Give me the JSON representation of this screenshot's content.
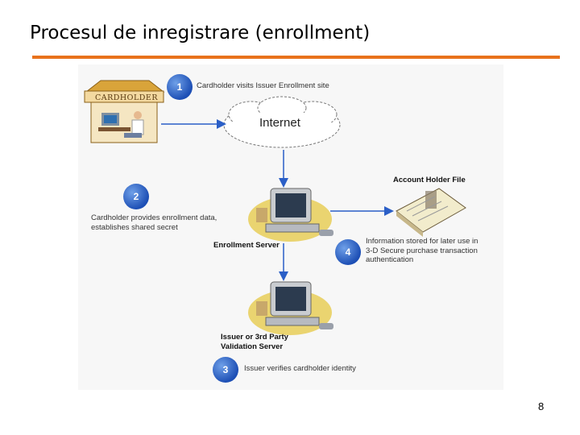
{
  "slide": {
    "title": "Procesul de inregistrare (enrollment)",
    "page_number": "8"
  },
  "diagram": {
    "cardholder_label": "CARDHOLDER",
    "internet_label": "Internet",
    "steps": [
      {
        "number": "1",
        "text": "Cardholder visits Issuer Enrollment site"
      },
      {
        "number": "2",
        "text_line1": "Cardholder provides enrollment data,",
        "text_line2": "establishes shared secret"
      },
      {
        "number": "3",
        "text": "Issuer verifies cardholder identity"
      },
      {
        "number": "4",
        "text_line1": "Information stored for later use in",
        "text_line2": "3-D Secure purchase transaction",
        "text_line3": "authentication"
      }
    ],
    "enrollment_server_label": "Enrollment Server",
    "account_holder_file_label": "Account Holder File",
    "validation_server_label_line1": "Issuer or 3rd Party",
    "validation_server_label_line2": "Validation Server"
  },
  "colors": {
    "accent_rule": "#e8721c",
    "step_circle": "#1d4fb5",
    "arrow": "#2b5fc7"
  }
}
